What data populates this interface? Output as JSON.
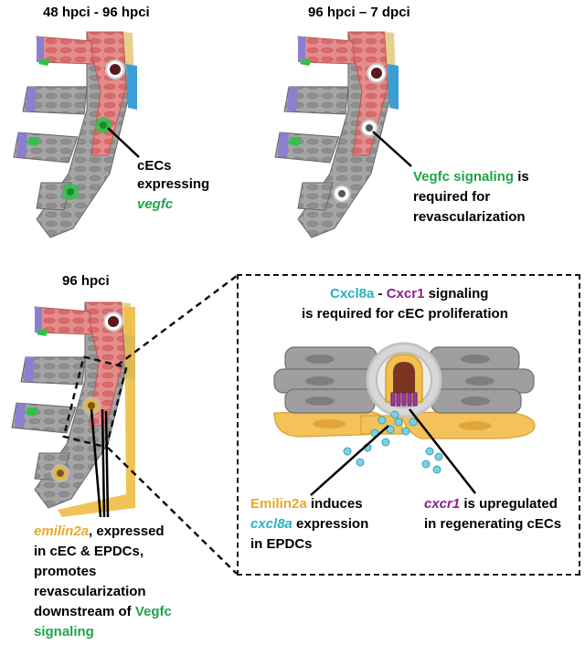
{
  "panels": {
    "top_left": {
      "title": "48 hpci - 96 hpci",
      "label_line1": "cECs",
      "label_line2": "expressing",
      "label_line3": "vegfc"
    },
    "top_right": {
      "title": "96 hpci – 7 dpci",
      "label_line1_a": "Vegfc signaling",
      "label_line1_b": " is",
      "label_line2": "required for",
      "label_line3": "revascularization"
    },
    "bottom_left": {
      "title": "96 hpci",
      "label_line1_a": "emilin2a",
      "label_line1_b": ", expressed",
      "label_line2": "in cEC & EPDCs,",
      "label_line3": "promotes",
      "label_line4": "revascularization",
      "label_line5_a": "downstream of ",
      "label_line5_b": "Vegfc",
      "label_line6": "signaling"
    },
    "inset": {
      "title_a": "Cxcl8a",
      "title_sep": " - ",
      "title_b": "Cxcr1",
      "title_c": " signaling",
      "title_line2": "is required for cEC proliferation",
      "left_line1_a": "Emilin2a",
      "left_line1_b": " induces",
      "left_line2_a": "cxcl8a",
      "left_line2_b": " expression",
      "left_line3": "in EPDCs",
      "right_line1_a": "cxcr1",
      "right_line1_b": " is upregulated",
      "right_line2": "in regenerating cECs"
    }
  },
  "colors": {
    "green": "#21a34a",
    "cyan": "#25b3c6",
    "purple": "#8c1f8f",
    "orange": "#e9a82a",
    "red_cell": "#e07b7b",
    "grey_cell": "#9c9c9c",
    "blue_cell": "#3a9fd6",
    "violet_cell": "#8d7fd0"
  }
}
